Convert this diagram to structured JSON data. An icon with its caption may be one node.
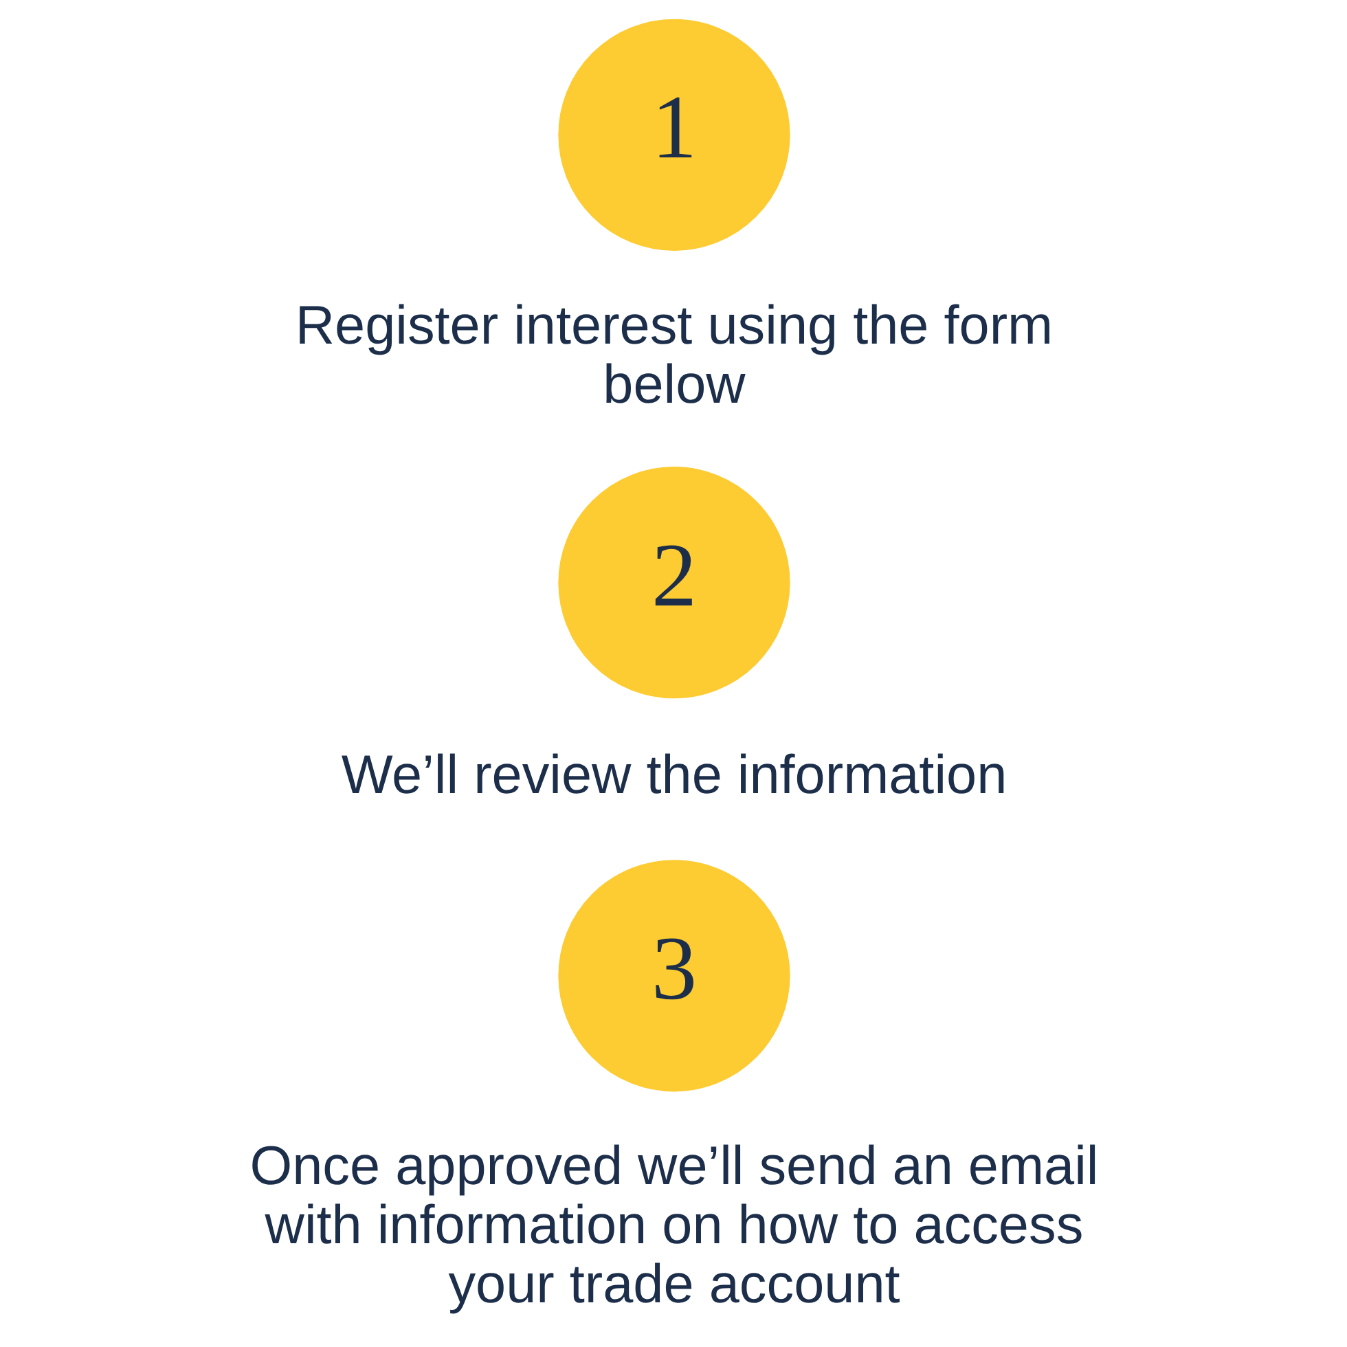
{
  "diagram": {
    "nodes": [
      {
        "text": [
          "1"
        ],
        "beside": [
          "Register interest using the form below"
        ]
      },
      {
        "text": [
          "2"
        ],
        "beside": [
          "We’ll review the information"
        ]
      },
      {
        "text": [
          "3"
        ],
        "beside": [
          "Once approved we’ll send an email with information on how to access your trade account"
        ]
      }
    ]
  }
}
